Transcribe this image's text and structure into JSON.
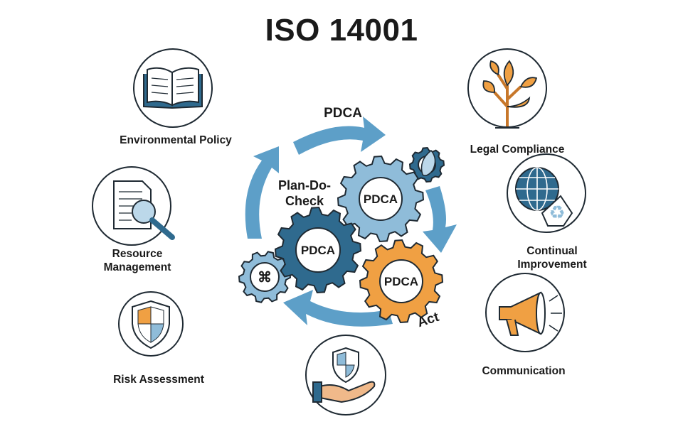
{
  "title": "ISO 14001",
  "cycle": {
    "top_label": "PDCA",
    "left_label_line1": "Plan-Do-",
    "left_label_line2": "Check",
    "bottom_label": "Act"
  },
  "gears": [
    {
      "label": "PDCA",
      "color": "#8fbcd9"
    },
    {
      "label": "PDCA",
      "color": "#2f6a8e"
    },
    {
      "label": "PDCA",
      "color": "#f0a043"
    }
  ],
  "topics": {
    "environmental_policy": "Environmental Policy",
    "legal_compliance": "Legal Compliance",
    "resource_management_line1": "Resource",
    "resource_management_line2": "Management",
    "continual_improvement_line1": "Continual",
    "continual_improvement_line2": "Improvement",
    "risk_assessment": "Risk Assessment",
    "communication": "Communication"
  },
  "colors": {
    "arrow": "#5d9fc8",
    "dark_blue": "#2f6a8e",
    "light_blue": "#8fbcd9",
    "orange": "#f0a043",
    "outline": "#1f2a33"
  }
}
